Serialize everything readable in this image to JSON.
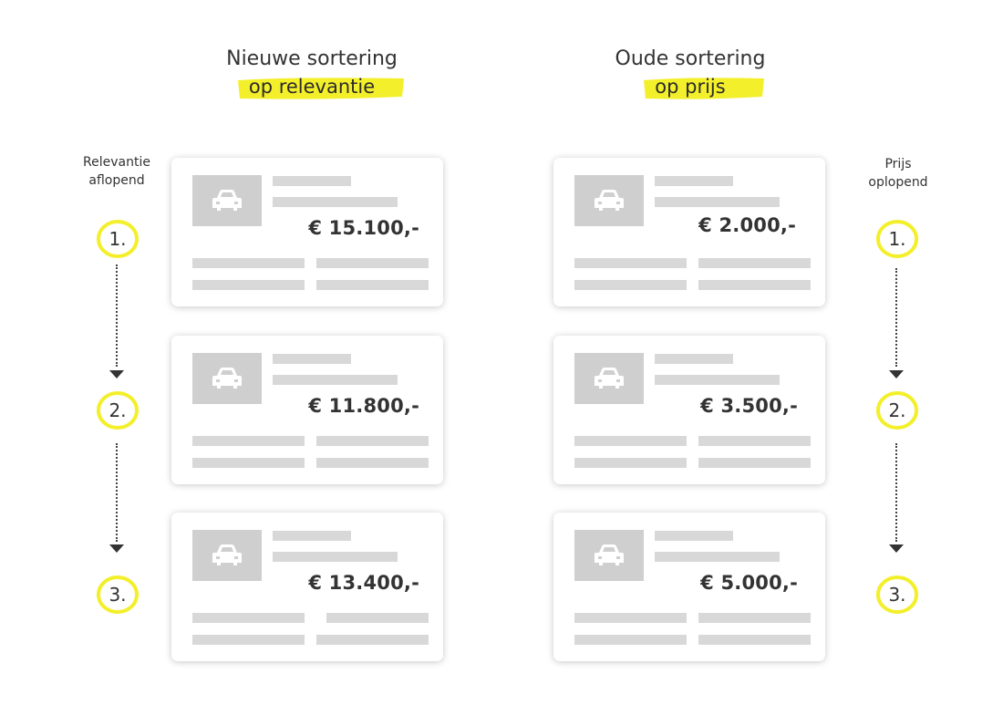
{
  "headings": {
    "left": {
      "title": "Nieuwe sortering",
      "highlight": "op relevantie"
    },
    "right": {
      "title": "Oude sortering",
      "highlight": "op prijs"
    }
  },
  "side_labels": {
    "left": {
      "line1": "Relevantie",
      "line2": "aflopend"
    },
    "right": {
      "line1": "Prijs",
      "line2": "oplopend"
    }
  },
  "ranks": [
    "1.",
    "2.",
    "3."
  ],
  "left_prices": [
    "€ 15.100,-",
    "€ 11.800,-",
    "€ 13.400,-"
  ],
  "right_prices": [
    "€ 2.000,-",
    "€ 3.500,-",
    "€ 5.000,-"
  ],
  "icons": {
    "thumbnail": "car-icon",
    "rank_marker": "circle-marker",
    "direction": "arrow-down-icon"
  },
  "colors": {
    "highlight": "#f3ef2a",
    "placeholder": "#d8d8d8",
    "thumb": "#cfcfcf",
    "text": "#333333"
  }
}
